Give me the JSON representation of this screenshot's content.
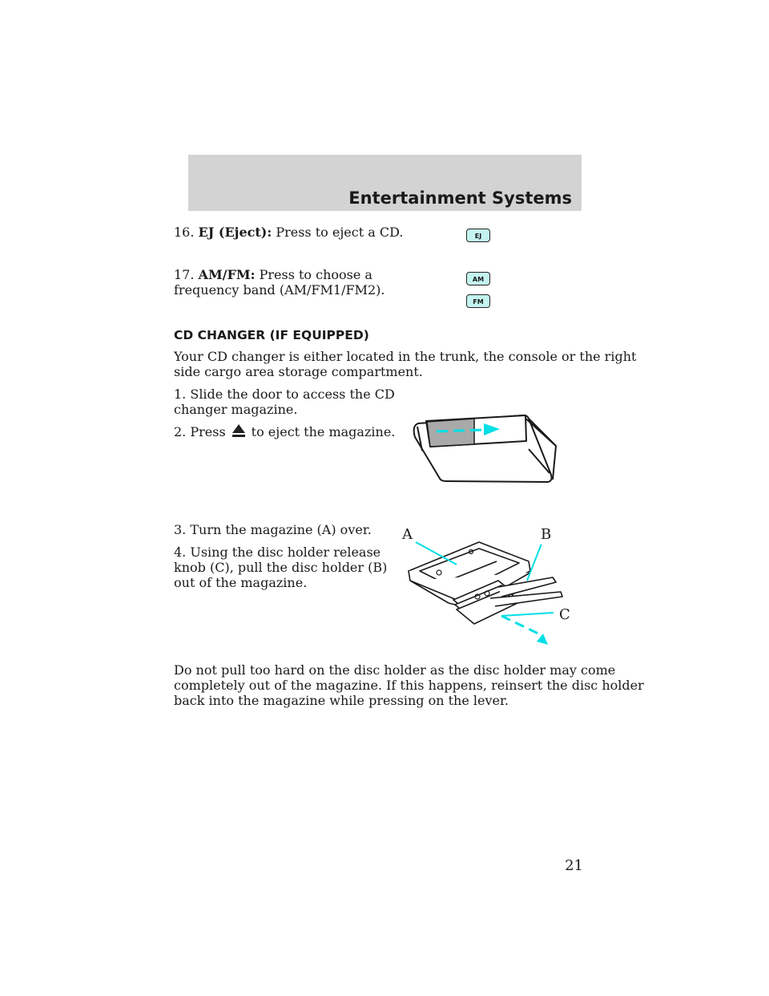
{
  "header": {
    "title": "Entertainment Systems"
  },
  "items": {
    "eject": {
      "number": "16.",
      "label": "EJ (Eject):",
      "text": "Press to eject a CD.",
      "icon_label": "EJ"
    },
    "amfm": {
      "number": "17.",
      "label": "AM/FM:",
      "line1": "Press to choose a",
      "line2": "frequency band (AM/FM1/FM2).",
      "icon_am": "AM",
      "icon_fm": "FM"
    }
  },
  "section": {
    "heading": "CD CHANGER (IF EQUIPPED)",
    "intro_line1": "Your CD changer is either located in the trunk, the console or the right",
    "intro_line2": "side cargo area storage compartment.",
    "step1_line1": "1. Slide the door to access the CD",
    "step1_line2": "changer magazine.",
    "step2_before": "2. Press",
    "step2_after": "to eject the magazine.",
    "step3": "3. Turn the magazine (A) over.",
    "step4_line1": "4. Using the disc holder release",
    "step4_line2": "knob (C), pull the disc holder (B)",
    "step4_line3": "out of the magazine.",
    "warning_line1": "Do not pull too hard on the disc holder as the disc holder may come",
    "warning_line2": "completely out of the magazine. If this happens, reinsert the disc holder",
    "warning_line3": "back into the magazine while pressing on the lever."
  },
  "figure2": {
    "label_a": "A",
    "label_b": "B",
    "label_c": "C"
  },
  "colors": {
    "accent_cyan": "#00e0e8",
    "icon_fill": "#c4f4f0",
    "header_gray": "#d3d3d3"
  },
  "icons": {
    "eject": "eject-icon"
  },
  "page": {
    "number": "21"
  }
}
